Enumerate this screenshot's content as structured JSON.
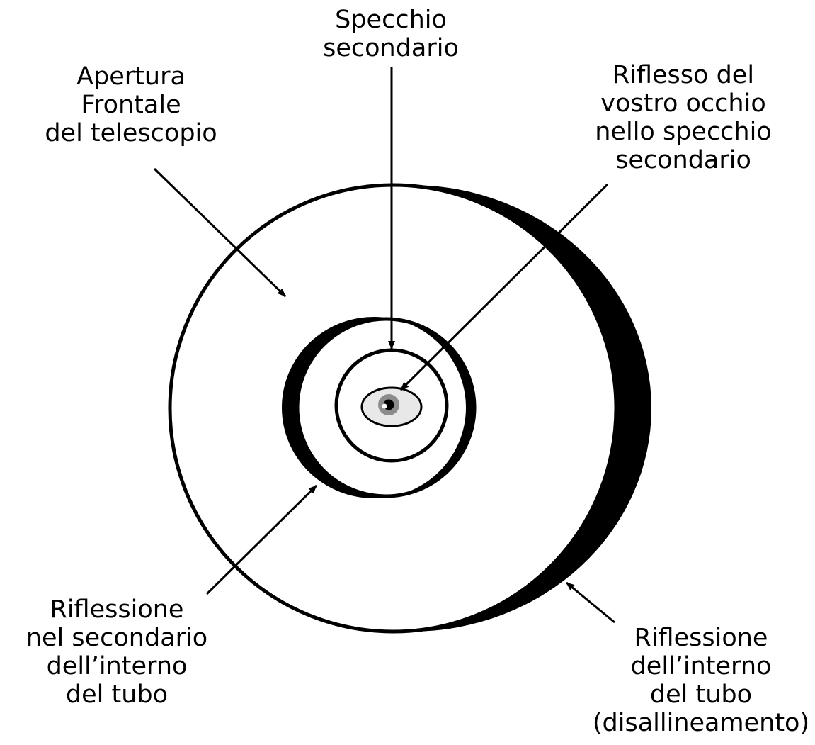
{
  "labels": {
    "secondary_mirror": [
      "Specchio",
      "secondario"
    ],
    "front_aperture": [
      "Apertura",
      "Frontale",
      "del telescopio"
    ],
    "eye_reflection": [
      "Riflesso del",
      "vostro occhio",
      "nello specchio",
      "secondario"
    ],
    "secondary_tube_reflection": [
      "Riflessione",
      "nel secondario",
      "dell’interno",
      "del tubo"
    ],
    "tube_reflection": [
      "Riflessione",
      "dell’interno",
      "del tubo",
      "(disallineamento)"
    ]
  },
  "colors": {
    "ink": "#000000",
    "paper": "#ffffff",
    "iris": "#8c8c8c",
    "sclera": "#e8e8e8"
  }
}
